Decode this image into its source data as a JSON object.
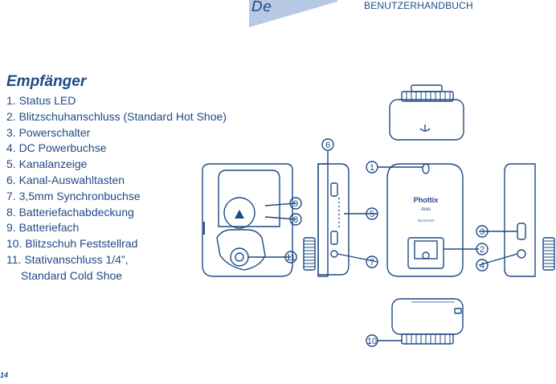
{
  "header": {
    "language": "De",
    "title": "BENUTZERHANDBUCH",
    "accent_color": "#1f4a86",
    "tab_color": "#b8c9e6"
  },
  "section": {
    "title": "Empfänger",
    "items": [
      "1. Status LED",
      "2. Blitzschuhanschluss (Standard Hot Shoe)",
      "3. Powerschalter",
      "4. DC Powerbuchse",
      "5. Kanalanzeige",
      "6. Kanal-Auswahltasten",
      "7. 3,5mm Synchronbuchse",
      "8. Batteriefachabdeckung",
      "9. Batteriefach",
      "10.  Blitzschuh Feststellrad",
      "11.  Stativanschluss 1/4”,"
    ],
    "item_11_continuation": "Standard Cold Shoe"
  },
  "diagram": {
    "callouts": [
      "1",
      "2",
      "3",
      "4",
      "5",
      "6",
      "7",
      "8",
      "9",
      "10",
      "11"
    ],
    "device_brand": "Phottix",
    "device_model": "Ares",
    "device_label": "RECEIVER"
  },
  "footer": {
    "page_number": "14"
  }
}
